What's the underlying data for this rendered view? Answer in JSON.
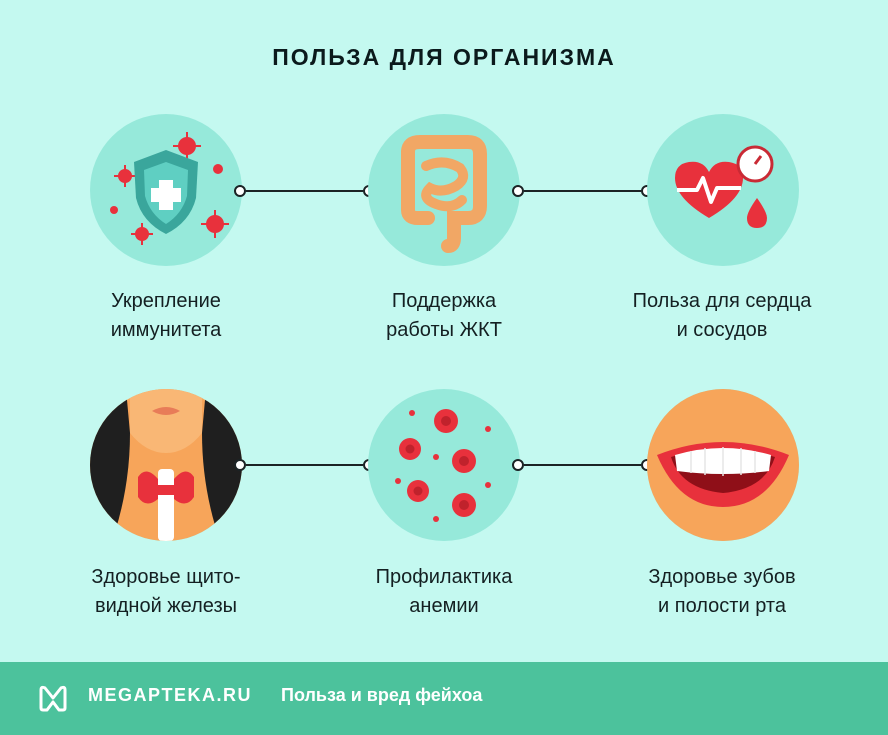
{
  "title": "ПОЛЬЗА ДЛЯ ОРГАНИЗМА",
  "benefits": [
    {
      "line1": "Укрепление",
      "line2": "иммунитета",
      "icon": "immunity-shield-icon"
    },
    {
      "line1": "Поддержка",
      "line2": "работы ЖКТ",
      "icon": "intestine-icon"
    },
    {
      "line1": "Польза для сердца",
      "line2": "и сосудов",
      "icon": "heart-icon"
    },
    {
      "line1": "Здоровье щито-",
      "line2": "видной железы",
      "icon": "thyroid-icon"
    },
    {
      "line1": "Профилактика",
      "line2": "анемии",
      "icon": "blood-cells-icon"
    },
    {
      "line1": "Здоровье зубов",
      "line2": "и полости рта",
      "icon": "smile-icon"
    }
  ],
  "footer": {
    "brand": "MEGAPTEKA.RU",
    "subtitle": "Польза и вред фейхоа",
    "logo_icon": "megapteka-logo-icon"
  },
  "colors": {
    "background": "#c4f9f0",
    "circle": "#96e9da",
    "footer": "#4cc29c",
    "accent_red": "#e8313c"
  }
}
